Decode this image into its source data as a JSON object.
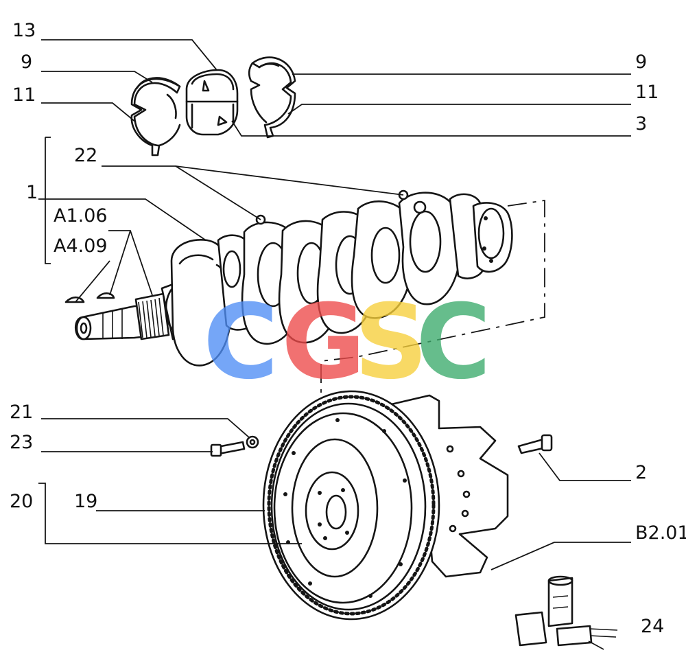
{
  "diagram": {
    "labels": {
      "l13": "13",
      "l9_left": "9",
      "l11_left": "11",
      "l9_right": "9",
      "l11_right": "11",
      "l3": "3",
      "l22": "22",
      "l1": "1",
      "lA106": "A1.06",
      "lA409": "A4.09",
      "l21": "21",
      "l23": "23",
      "l2": "2",
      "l20": "20",
      "l19": "19",
      "lB201": "B2.01",
      "l24": "24"
    },
    "watermark": {
      "letters": [
        "C",
        "G",
        "S",
        "C"
      ],
      "colors": [
        "#4f8ef5",
        "#ee4a4a",
        "#f7cf3a",
        "#3cab6d"
      ]
    }
  }
}
